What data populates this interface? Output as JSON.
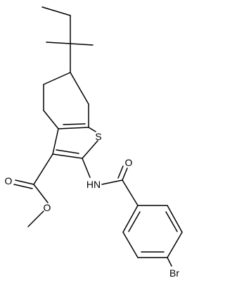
{
  "structure": {
    "atom_labels": {
      "sulfur": "S",
      "amide_nitrogen": "HN",
      "amide_oxygen": "O",
      "ester_carbonyl_oxygen": "O",
      "ester_ether_oxygen": "O",
      "bromine": "Br"
    },
    "bond_color": "#000000",
    "background_color": "#ffffff"
  }
}
